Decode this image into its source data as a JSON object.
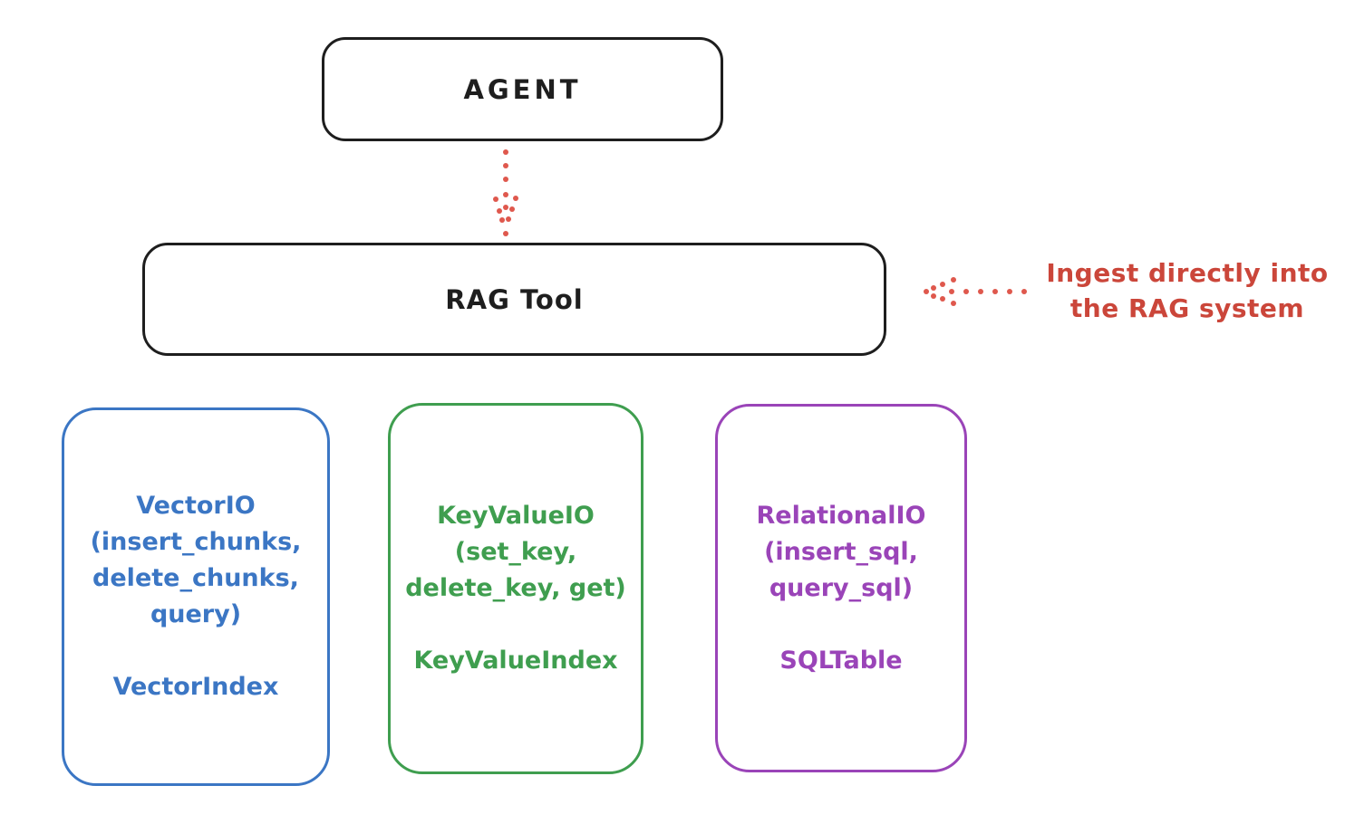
{
  "agent": {
    "label": "AGENT"
  },
  "rag_tool": {
    "label": "RAG Tool"
  },
  "ingest_note": {
    "line1": "Ingest directly into",
    "line2": "the RAG system"
  },
  "io_boxes": {
    "vector": {
      "lines": [
        "VectorIO",
        "(insert_chunks,",
        "delete_chunks,",
        "query)"
      ],
      "index_label": "VectorIndex",
      "color": "#3b76c4"
    },
    "keyvalue": {
      "lines": [
        "KeyValueIO",
        "(set_key,",
        "delete_key, get)"
      ],
      "index_label": "KeyValueIndex",
      "color": "#3f9e4f"
    },
    "relational": {
      "lines": [
        "RelationalIO",
        "(insert_sql,",
        "query_sql)"
      ],
      "index_label": "SQLTable",
      "color": "#9a44b8"
    }
  },
  "icons": {
    "agent_to_rag_arrow": "dotted-down-arrow",
    "ingest_arrow": "dotted-left-arrow"
  },
  "colors": {
    "stroke": "#1e1e1e",
    "red_text": "#cb463a",
    "red_arrow": "#df584d",
    "blue": "#3b76c4",
    "green": "#3f9e4f",
    "purple": "#9a44b8",
    "background": "#ffffff"
  }
}
